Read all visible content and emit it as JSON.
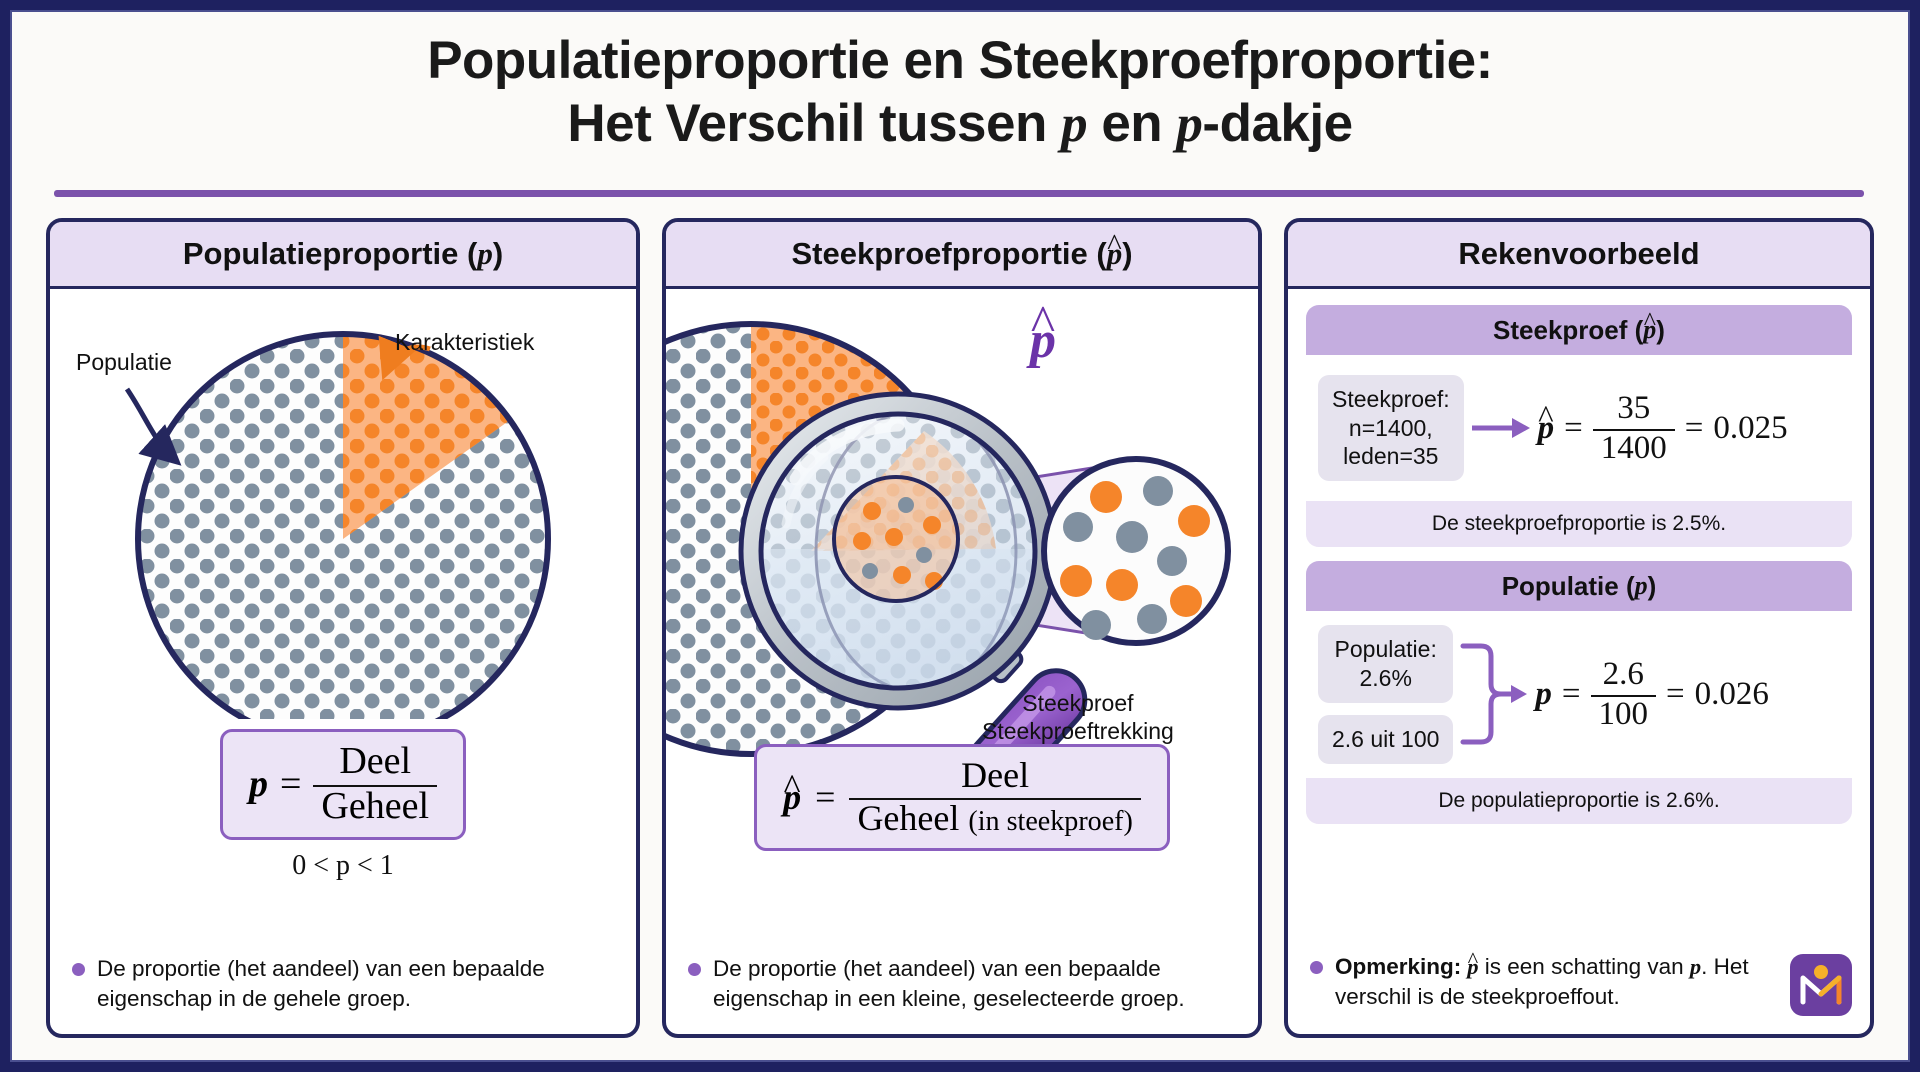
{
  "header": {
    "title_line1": "Populatieproportie en Steekproefproportie:",
    "title_line2_a": "Het Verschil tussen ",
    "title_line2_p": "p",
    "title_line2_b": " en ",
    "title_line2_p2": "p",
    "title_line2_c": "-dakje"
  },
  "panel1": {
    "heading_text": "Populatieproportie (",
    "heading_sym": "p",
    "heading_close": ")",
    "label_population": "Populatie",
    "label_characteristic": "Karakteristiek",
    "formula": {
      "lhs": "p",
      "eq": "=",
      "numerator": "Deel",
      "denominator": "Geheel"
    },
    "range": "0 < p < 1",
    "bullet": "De proportie (het aandeel) van een bepaalde eigenschap in de gehele groep."
  },
  "panel2": {
    "heading_text": "Steekproefproportie (",
    "heading_sym": "p",
    "heading_close": ")",
    "phat_symbol": "p",
    "label_sample_line1": "Steekproef",
    "label_sample_line2": "Steekproeftrekking",
    "formula": {
      "lhs": "p",
      "eq": "=",
      "numerator": "Deel",
      "denominator": "Geheel",
      "denominator_note": "(in steekproef)"
    },
    "bullet": "De proportie (het aandeel) van een bepaalde eigenschap in een kleine, geselecteerde groep."
  },
  "panel3": {
    "heading": "Rekenvoorbeeld",
    "sample_card": {
      "heading_text": "Steekproef (",
      "heading_sym": "p",
      "heading_close": ")",
      "chip": "Steekproef:\nn=1400,\nleden=35",
      "calc_lhs": "p",
      "calc_eq1": "=",
      "calc_num": "35",
      "calc_den": "1400",
      "calc_eq2": "=",
      "calc_result": "0.025",
      "footer": "De steekproefproportie is 2.5%."
    },
    "population_card": {
      "heading_text": "Populatie (",
      "heading_sym": "p",
      "heading_close": ")",
      "chip1": "Populatie:\n2.6%",
      "chip2": "2.6 uit 100",
      "calc_lhs": "p",
      "calc_eq1": "=",
      "calc_num": "2.6",
      "calc_den": "100",
      "calc_eq2": "=",
      "calc_result": "0.026",
      "footer": "De populatieproportie is 2.6%."
    },
    "note_label": "Opmerking:",
    "note_a": " p",
    "note_b": " is een schatting van ",
    "note_c": "p",
    "note_d": ". Het verschil is de steekproeffout."
  },
  "colors": {
    "frame_navy": "#1e2160",
    "panel_border": "#25275e",
    "header_lilac": "#e7ddf3",
    "accent_purple": "#7b52ab",
    "subcard_head": "#c4addf",
    "orange": "#f5852a",
    "dot_gray": "#8090a0",
    "logo_purple": "#6b3fa0"
  }
}
